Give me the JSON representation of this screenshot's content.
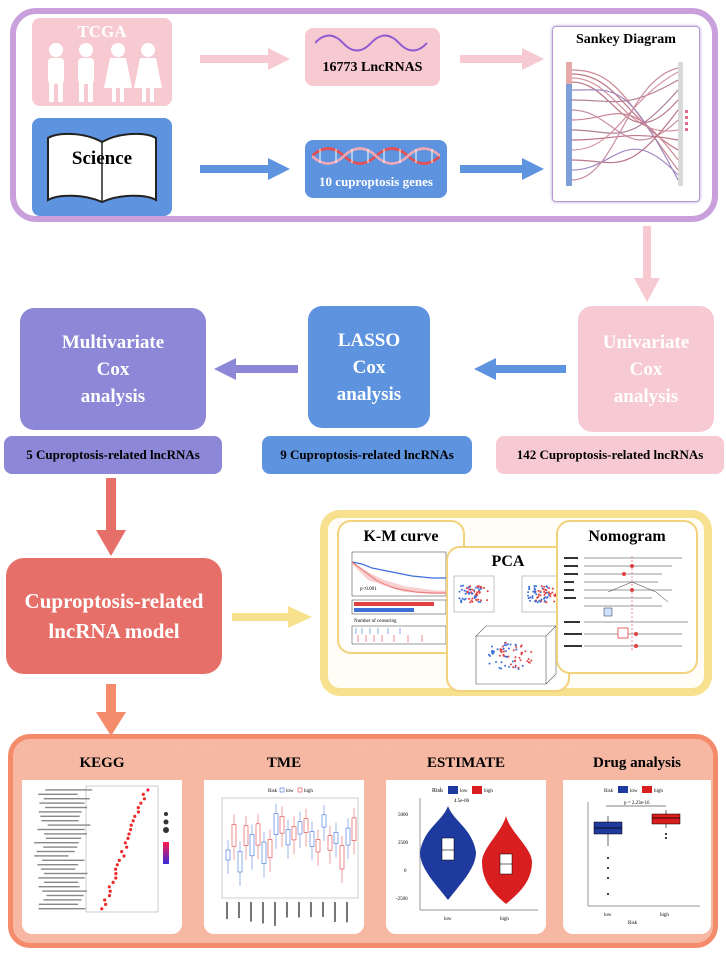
{
  "top": {
    "tcga_label": "TCGA",
    "science_label": "Science",
    "lncrna_label": "16773 LncRNAS",
    "genes_label": "10 cuproptosis genes",
    "sankey_label": "Sankey Diagram"
  },
  "analyses": {
    "univariate": "Univariate Cox analysis",
    "lasso": "LASSO Cox analysis",
    "multivariate": "Multivariate Cox analysis",
    "univariate_lines": [
      "Univariate",
      "Cox",
      "analysis"
    ],
    "lasso_lines": [
      "LASSO",
      "Cox",
      "analysis"
    ],
    "multivariate_lines": [
      "Multivariate",
      "Cox",
      "analysis"
    ],
    "count_142": "142 Cuproptosis-related lncRNAs",
    "count_9": "9 Cuproptosis-related lncRNAs",
    "count_5": "5 Cuproptosis-related lncRNAs"
  },
  "model": {
    "lines": [
      "Cuproptosis-related",
      "lncRNA model"
    ],
    "km_title": "K-M curve",
    "pca_title": "PCA",
    "nomo_title": "Nomogram",
    "km_pvalue": "p<0.001",
    "km_censor": "Number of censoring"
  },
  "bottom": {
    "kegg_title": "KEGG",
    "tme_title": "TME",
    "estimate_title": "ESTIMATE",
    "drug_title": "Drug analysis",
    "estimate_pvalue": "4.5e-06",
    "drug_pvalue": "p = 2.23e-16",
    "est_y_ticks": [
      "5000",
      "2500",
      "0",
      "-2500"
    ],
    "drug_x_ticks": [
      "low",
      "high"
    ],
    "est_x_ticks": [
      "low",
      "high"
    ],
    "drug_xlabel": "Risk",
    "risk_legend": "Risk",
    "legend_low": "low",
    "legend_high": "high"
  },
  "colors": {
    "purple_frame": "#c9a0dc",
    "pink": "#f7c9d1",
    "blue": "#5e93e0",
    "lavender": "#8c87d6",
    "coral": "#e76f6a",
    "yellow": "#f7e18e",
    "salmon": "#f6b8a3",
    "violin_low": "#1f3a9e",
    "violin_high": "#d81e1e"
  }
}
